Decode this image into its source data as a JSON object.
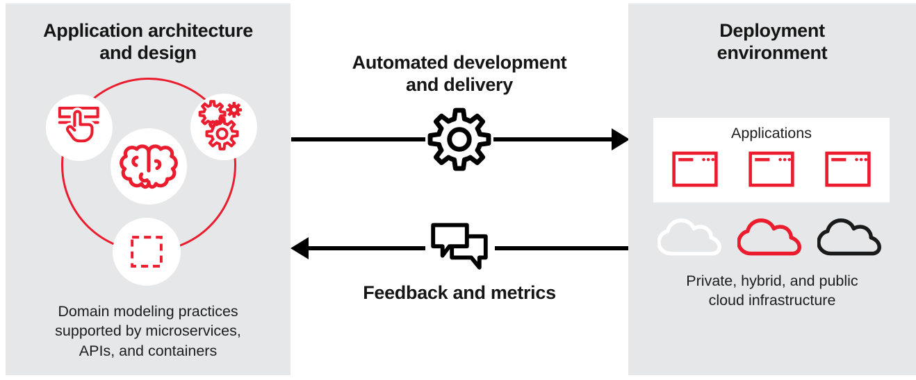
{
  "colors": {
    "red": "#ea1c2d",
    "panel_bg": "#e6e7e8",
    "text": "#151515",
    "arrow_black": "#000000",
    "white": "#ffffff"
  },
  "left_panel": {
    "title_lines": [
      "Application architecture",
      "and design"
    ],
    "icon_circle_icons": [
      "touch-interface-icon",
      "gears-icon",
      "brain-icon",
      "dashed-container-icon"
    ],
    "caption_lines": [
      "Domain modeling practices",
      "supported by microservices,",
      "APIs, and containers"
    ]
  },
  "flows": {
    "top": {
      "title_lines": [
        "Automated development",
        "and delivery"
      ],
      "icon": "gear-icon",
      "direction": "left-to-right"
    },
    "bottom": {
      "title_lines": [
        "Feedback and metrics"
      ],
      "icon": "chat-bubbles-icon",
      "direction": "right-to-left"
    }
  },
  "right_panel": {
    "title_lines": [
      "Deployment",
      "environment"
    ],
    "applications_box": {
      "label": "Applications",
      "icon": "browser-window-icon",
      "window_count": 3
    },
    "clouds": [
      {
        "name": "private-cloud",
        "color": "#ffffff"
      },
      {
        "name": "hybrid-cloud",
        "color": "#ea1c2d"
      },
      {
        "name": "public-cloud",
        "color": "#1a1a1a"
      }
    ],
    "caption_lines": [
      "Private, hybrid, and public",
      "cloud infrastructure"
    ]
  }
}
